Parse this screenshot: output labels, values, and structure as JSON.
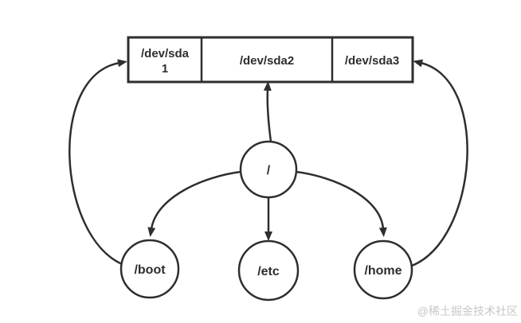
{
  "background": "#ffffff",
  "stroke_color": "#2e2e2e",
  "text_color": "#2e2e2e",
  "partition_bar": {
    "description": "disk partition bar",
    "cells": [
      {
        "id": "sda1",
        "lines": [
          "/dev/sda",
          "1"
        ]
      },
      {
        "id": "sda2",
        "lines": [
          "/dev/sda2"
        ]
      },
      {
        "id": "sda3",
        "lines": [
          "/dev/sda3"
        ]
      }
    ]
  },
  "nodes": {
    "root": {
      "label": "/"
    },
    "boot": {
      "label": "/boot"
    },
    "etc": {
      "label": "/etc"
    },
    "home": {
      "label": "/home"
    }
  },
  "edges": [
    {
      "from": "/",
      "to": "/dev/sda2"
    },
    {
      "from": "/",
      "to": "/boot"
    },
    {
      "from": "/",
      "to": "/etc"
    },
    {
      "from": "/",
      "to": "/home"
    },
    {
      "from": "/boot",
      "to": "/dev/sda1"
    },
    {
      "from": "/home",
      "to": "/dev/sda3"
    }
  ],
  "watermark": {
    "text": "@稀土掘金技术社区",
    "color": "#c8c8c8"
  }
}
